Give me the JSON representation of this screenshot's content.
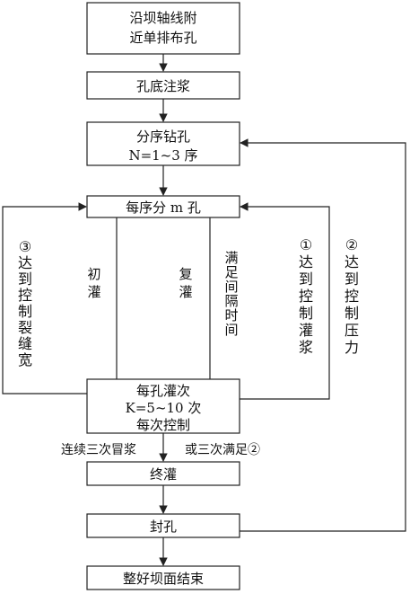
{
  "nodes": {
    "start": {
      "line1": "沿坝轴线附",
      "line2": "近单排布孔"
    },
    "bottom_grout": {
      "text": "孔底注浆"
    },
    "drill": {
      "line1": "分序钻孔",
      "line2": "N=1~3 序"
    },
    "sequence": {
      "text": "每序分 m 孔"
    },
    "each_hole": {
      "line1": "每孔灌次",
      "line2": "K=5~10 次",
      "line3": "每次控制"
    },
    "final": {
      "text": "终灌"
    },
    "seal": {
      "text": "封孔"
    },
    "finish": {
      "text": "整好坝面结束"
    }
  },
  "inner_labels": {
    "initial": "初灌",
    "repeat": "复灌",
    "interval": "满足间隔时间"
  },
  "side_labels": {
    "left_crack": "③达到控制裂缝宽",
    "right_grout": "①达到控制灌浆",
    "right_pressure": "②达到控制压力"
  },
  "flow_labels": {
    "left": "连续三次冒浆",
    "right": "或三次满足②"
  }
}
